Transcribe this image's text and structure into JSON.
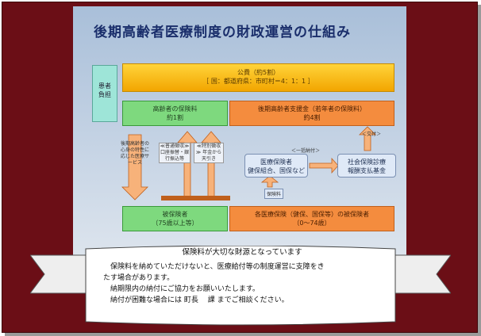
{
  "title": "後期高齢者医療制度の財政運営の仕組み",
  "side_label": "患者\n負担",
  "kohi": {
    "line1": "公費（約5割）",
    "line2": "［ 国：都道府県：市町村＝4：1：1 ］"
  },
  "koureisha": {
    "line1": "高齢者の保険料",
    "line2": "約1割"
  },
  "shien": {
    "line1": "後期高齢者支援金（若年者の保険料）",
    "line2": "約4割"
  },
  "notes": {
    "n1": "後期高齢者の心身の特性に応じた医療サービス",
    "n2": "≪普通徴収≫ 口座振替・銀行振込等",
    "n3": "≪特別徴収≫ 年金から天引き"
  },
  "iryou": {
    "line1": "医療保険者",
    "line2": "健保組合、国保など"
  },
  "shaho": {
    "line1": "社会保険診療",
    "line2": "報酬支払基金"
  },
  "labels": {
    "ikkatsu": "＜一括納付＞",
    "kofu": "＜交付＞",
    "hokenryo": "保険料"
  },
  "hihokensha": {
    "line1": "被保険者",
    "line2": "（75歳以上等）"
  },
  "kakuhoken": {
    "line1": "各医療保険（健保、国保等）の被保険者",
    "line2": "（0〜74歳）"
  },
  "ribbon": {
    "heading": "保険料が大切な財源となっています",
    "line1": "　保険料を納めていただけないと、医療給付等の制度運営に支障をき",
    "line2": "たす場合があります。",
    "line3": "　納期限内の納付にご協力をお願いいたします。",
    "line4": "　納付が困難な場合には 町長　 課 までご相談ください。"
  }
}
